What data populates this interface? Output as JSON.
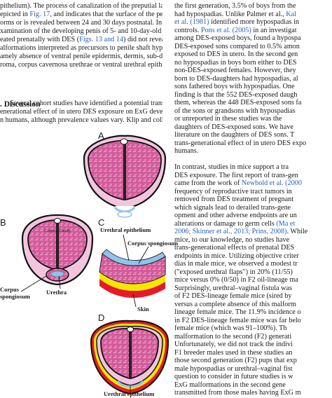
{
  "left_column": {
    "top_lines": [
      "pithelium). The process of canalization of the preputial lamina is",
      "epicted in Fig. 17, and indicates that the surface of the penile shaft",
      "orms or is revealed between 24 and 30 days postnatal. In summary,",
      "xamination of the developing penis of 5- and 10-day-old mice",
      "eated prenatally with DES (Figs. 13 and 14) did not reveal any",
      "alformations interpreted as precursors to penile shaft hypospadias,",
      "amely absence of ventral penile epidermis, dermis, sub-dermal",
      "roma, corpus cavernosa urethrae or ventral urethral epithelium."
    ],
    "section_title": ". Discussion",
    "discussion_lines": [
      "Several cohort studies have identified a potential trans-",
      "enerational effect of in utero DES exposure on ExG development",
      "n humans, although prevalence values vary. Klip and colleagues,"
    ]
  },
  "right_column": {
    "lines": [
      "the first generation, 3.5% of boys from the",
      "had hypospadias. Unlike Palmer et al., Kal",
      "et al. (1981) identified more hypospadias in",
      "controls. Pons et al. (2005) in an investigat",
      "among DES-exposed boys, found a hypospa",
      "DES-exposed sons compared to 0.5% amon",
      "exposed to DES in utero. In the second gen",
      "no hypospadias in boys born either to DES",
      "non-DES-exposed females. However, they",
      "born to DES-daughters had hypospadias, al",
      "sons fathered boys with hypospadias. One",
      "finding is that the 552 DES-exposed daugh",
      "them, whereas the 448 DES-exposed sons fa",
      "of the sons or grandsons with hypospadias",
      "or unreported in these studies was the",
      "daughters of DES-exposed sons. We have",
      "literature on the daughters of DES sons. T",
      "trans-generational effect of in utero DES expo",
      "humans.",
      "",
      "In contrast, studies in mice support a tra",
      "DES exposure. The first report of trans-gen",
      "came from the work of Newbold et al. (2000",
      "frequency of reproductive tract tumors in",
      "removed from DES treatment of pregnant",
      "which signals lead to derailed trans-gene",
      "opment and other adverse endpoints are un",
      "alterations or damage to germ cells (Ma et",
      "2006; Skinner et al., 2013; Prins, 2008). While",
      "mice, to our knowledge, no studies have",
      "trans-generational effects of prenatal DES",
      "endpoints in mice. Utilizing objective criter",
      "dias in male mice, we observed a modest tr",
      "(\"exposed urethral flaps\") in 20% (11/55)",
      "mice versus 0% (0/50) in F2 oil-lineage ma",
      "Surprisingly, urethral–vaginal fistula was",
      "of F2 DES-lineage female mice (sired by",
      "versus a complete absence of this malform",
      "lineage female mice. The 11.9% incidence o",
      "in F2 DES-lineage female mice was far belo",
      "female mice (which was 91–100%). Th",
      "malformation to the second (F2) generati",
      "Unfortunately, we did not track the indivi",
      "F1 breeder males used in these studies an",
      "those second generation (F2) pups that exp",
      "male hypospadias or urethral–vaginal fist",
      "question to consider in future studies is w",
      "ExG malformations in the second gene",
      "transmitted from those males having ExG m"
    ]
  },
  "figure": {
    "panel_labels": [
      "A",
      "B",
      "C",
      "D"
    ],
    "labels": {
      "corporal_body": "Corporal body",
      "corpus_spongiosum_b": "Corpus spongiosum",
      "urethra": "Urethra",
      "urethral_epithelium_c": "Urethral epithelium",
      "corpus_spongiosum_c": "Corpus spongiosum",
      "skin": "Skin",
      "urethral_epithelium_d": "Urethral epithelium"
    },
    "colors": {
      "tissue_pink": "#d35a9a",
      "tissue_light": "#f1c6dd",
      "epithelium_blue": "#8ec3ec",
      "skin_yellow": "#f5e600",
      "skin_red": "#e41a2b",
      "outline": "#111111"
    }
  }
}
